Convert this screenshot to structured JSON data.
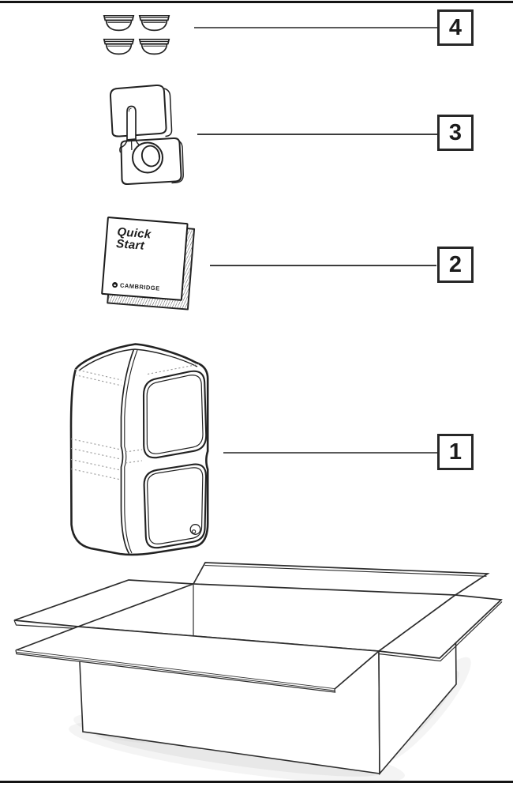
{
  "callouts": [
    {
      "number": "4"
    },
    {
      "number": "3"
    },
    {
      "number": "2"
    },
    {
      "number": "1"
    }
  ],
  "booklet": {
    "title_line1": "Quick",
    "title_line2": "Start",
    "brand": "CAMBRIDGE"
  },
  "illustrations": {
    "item4": "rubber-feet",
    "item3": "wall-mount-bracket",
    "item2": "quick-start-guide",
    "item1": "speaker",
    "base": "packaging-box"
  },
  "colors": {
    "ink": "#222222",
    "leader": "#5a5a5a",
    "shadow": "#b9b9b9",
    "page_border": "#141414",
    "paper": "#ffffff"
  }
}
